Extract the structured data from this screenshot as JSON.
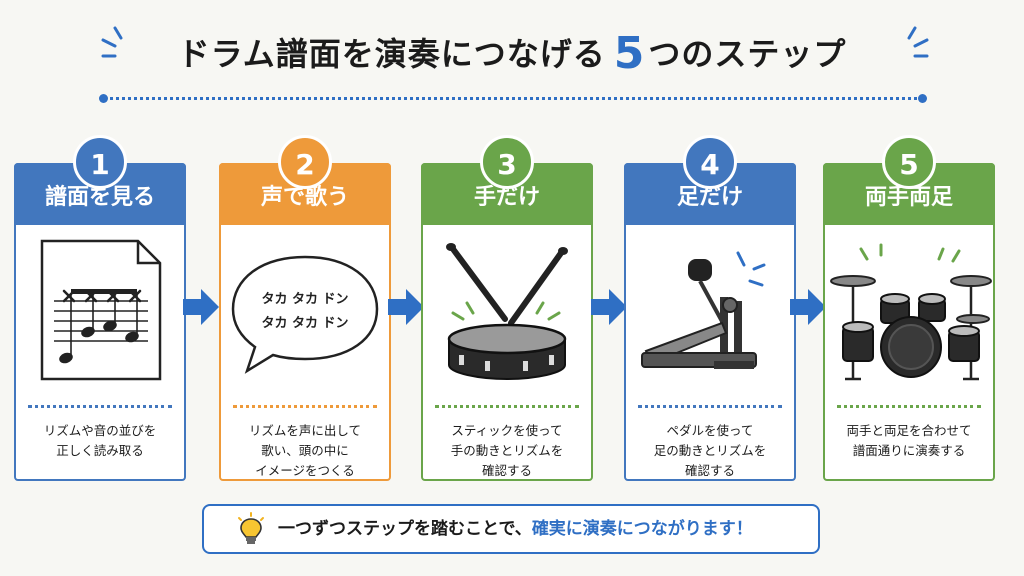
{
  "title": {
    "part1": "ドラム譜面を演奏につなげる",
    "number": "5",
    "part2": "つのステップ",
    "accent": "#2f6fc4"
  },
  "steps": [
    {
      "num": "1",
      "label": "譜面を見る",
      "desc": "リズムや音の並びを\n正しく読み取る",
      "color": "#4277be",
      "illus": "sheet-music-icon"
    },
    {
      "num": "2",
      "label": "声で歌う",
      "desc": "リズムを声に出して\n歌い、頭の中に\nイメージをつくる",
      "color": "#ee9a3a",
      "illus": "speech-bubble-icon",
      "bubble": {
        "line1": "タカ タカ ドン",
        "line2": "タカ タカ ドン"
      }
    },
    {
      "num": "3",
      "label": "手だけ",
      "desc": "スティックを使って\n手の動きとリズムを\n確認する",
      "color": "#6aa54a",
      "illus": "snare-sticks-icon"
    },
    {
      "num": "4",
      "label": "足だけ",
      "desc": "ペダルを使って\n足の動きとリズムを\n確認する",
      "color": "#4277be",
      "illus": "kick-pedal-icon"
    },
    {
      "num": "5",
      "label": "両手両足",
      "desc": "両手と両足を合わせて\n譜面通りに演奏する",
      "color": "#6aa54a",
      "illus": "drum-kit-icon"
    }
  ],
  "note": {
    "text_before": "一つずつステップを踏むことで、",
    "text_highlight": "確実に演奏につながります！",
    "icon": "lightbulb-icon"
  }
}
